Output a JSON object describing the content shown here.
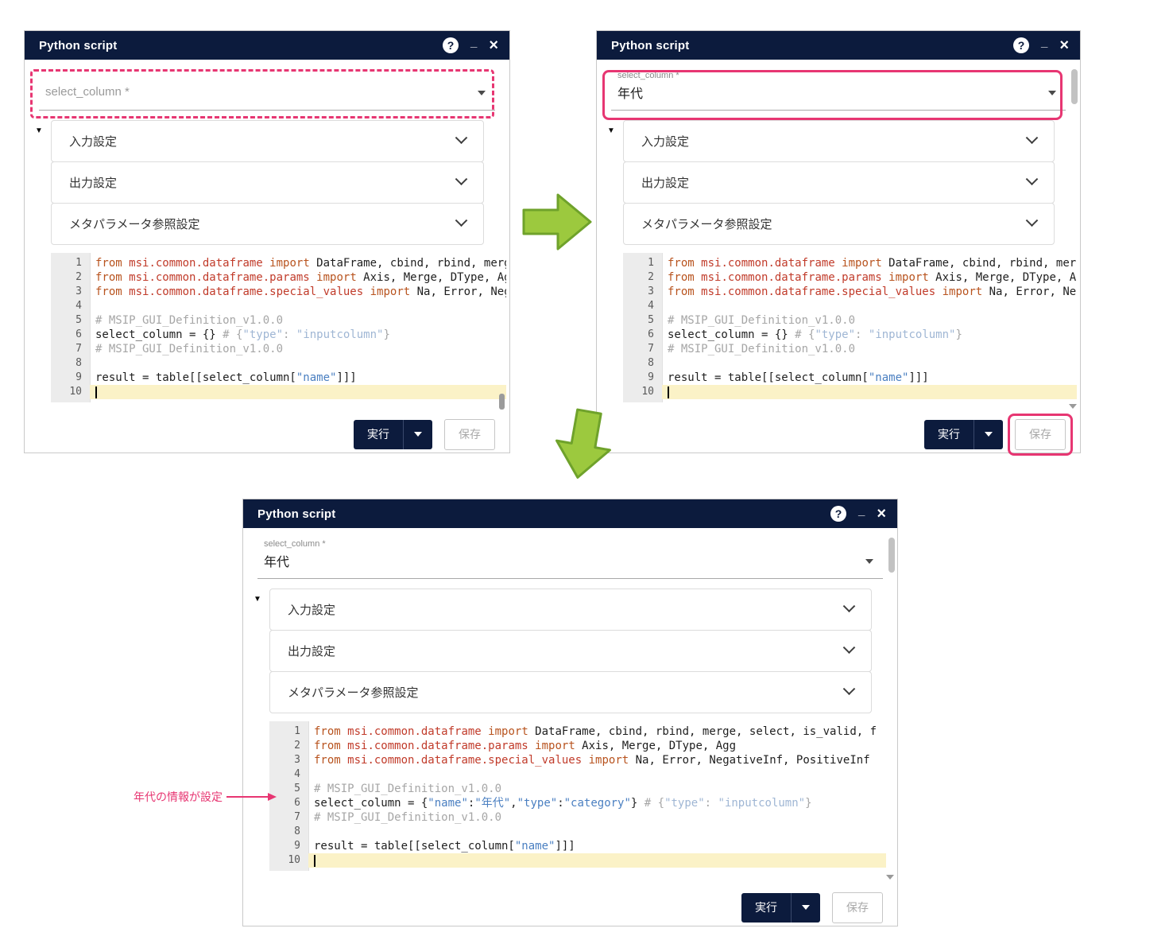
{
  "colors": {
    "titlebar_bg": "#0c1b3d",
    "accent_pink": "#e73672",
    "arrow_fill": "#9cc93e",
    "arrow_stroke": "#6fa22b",
    "kw": "#b8531e",
    "mod": "#c13b2a",
    "str": "#4a7fc1",
    "com": "#a6a6a6",
    "comstr": "#9fb6d4",
    "pln": "#1e1e1e",
    "line_hl": "#fbf2c7"
  },
  "window": {
    "title": "Python script",
    "help_icon": "?",
    "minimize_icon": "_",
    "close_icon": "×",
    "collapse_icon": "▼"
  },
  "field": {
    "label": "select_column *",
    "placeholder": "select_column *",
    "value": "年代"
  },
  "sections": [
    "入力設定",
    "出力設定",
    "メタパラメータ参照設定"
  ],
  "buttons": {
    "run": "実行",
    "save": "保存"
  },
  "annotation": {
    "text": "年代の情報が設定"
  },
  "code": {
    "unset": [
      {
        "n": 1,
        "t": [
          [
            "kw",
            "from"
          ],
          [
            "pln",
            " "
          ],
          [
            "mod",
            "msi.common.dataframe"
          ],
          [
            "pln",
            " "
          ],
          [
            "kw",
            "import"
          ],
          [
            "pln",
            " DataFrame, cbind, rbind, merge, select, is_valid, f"
          ]
        ]
      },
      {
        "n": 2,
        "t": [
          [
            "kw",
            "from"
          ],
          [
            "pln",
            " "
          ],
          [
            "mod",
            "msi.common.dataframe.params"
          ],
          [
            "pln",
            " "
          ],
          [
            "kw",
            "import"
          ],
          [
            "pln",
            " Axis, Merge, DType, Agg"
          ]
        ]
      },
      {
        "n": 3,
        "t": [
          [
            "kw",
            "from"
          ],
          [
            "pln",
            " "
          ],
          [
            "mod",
            "msi.common.dataframe.special_values"
          ],
          [
            "pln",
            " "
          ],
          [
            "kw",
            "import"
          ],
          [
            "pln",
            " Na, Error, NegativeInf, PositiveInf"
          ]
        ]
      },
      {
        "n": 4,
        "t": []
      },
      {
        "n": 5,
        "t": [
          [
            "com",
            "# MSIP_GUI_Definition_v1.0.0"
          ]
        ]
      },
      {
        "n": 6,
        "t": [
          [
            "pln",
            "select_column = {} "
          ],
          [
            "com",
            "# {"
          ],
          [
            "comstr",
            "\"type\""
          ],
          [
            "com",
            ": "
          ],
          [
            "comstr",
            "\"inputcolumn\""
          ],
          [
            "com",
            "}"
          ]
        ]
      },
      {
        "n": 7,
        "t": [
          [
            "com",
            "# MSIP_GUI_Definition_v1.0.0"
          ]
        ]
      },
      {
        "n": 8,
        "t": []
      },
      {
        "n": 9,
        "t": [
          [
            "pln",
            "result = table[[select_column["
          ],
          [
            "str",
            "\"name\""
          ],
          [
            "pln",
            "]]]"
          ]
        ]
      },
      {
        "n": 10,
        "hl": true,
        "caret": true,
        "t": []
      }
    ],
    "set": [
      {
        "n": 1,
        "t": [
          [
            "kw",
            "from"
          ],
          [
            "pln",
            " "
          ],
          [
            "mod",
            "msi.common.dataframe"
          ],
          [
            "pln",
            " "
          ],
          [
            "kw",
            "import"
          ],
          [
            "pln",
            " DataFrame, cbind, rbind, merge, select, is_valid, f"
          ]
        ]
      },
      {
        "n": 2,
        "t": [
          [
            "kw",
            "from"
          ],
          [
            "pln",
            " "
          ],
          [
            "mod",
            "msi.common.dataframe.params"
          ],
          [
            "pln",
            " "
          ],
          [
            "kw",
            "import"
          ],
          [
            "pln",
            " Axis, Merge, DType, Agg"
          ]
        ]
      },
      {
        "n": 3,
        "t": [
          [
            "kw",
            "from"
          ],
          [
            "pln",
            " "
          ],
          [
            "mod",
            "msi.common.dataframe.special_values"
          ],
          [
            "pln",
            " "
          ],
          [
            "kw",
            "import"
          ],
          [
            "pln",
            " Na, Error, NegativeInf, PositiveInf"
          ]
        ]
      },
      {
        "n": 4,
        "t": []
      },
      {
        "n": 5,
        "t": [
          [
            "com",
            "# MSIP_GUI_Definition_v1.0.0"
          ]
        ]
      },
      {
        "n": 6,
        "t": [
          [
            "pln",
            "select_column = {"
          ],
          [
            "str",
            "\"name\""
          ],
          [
            "pln",
            ":"
          ],
          [
            "str",
            "\"年代\""
          ],
          [
            "pln",
            ","
          ],
          [
            "str",
            "\"type\""
          ],
          [
            "pln",
            ":"
          ],
          [
            "str",
            "\"category\""
          ],
          [
            "pln",
            "} "
          ],
          [
            "com",
            "# {"
          ],
          [
            "comstr",
            "\"type\""
          ],
          [
            "com",
            ": "
          ],
          [
            "comstr",
            "\"inputcolumn\""
          ],
          [
            "com",
            "}"
          ]
        ]
      },
      {
        "n": 7,
        "t": [
          [
            "com",
            "# MSIP_GUI_Definition_v1.0.0"
          ]
        ]
      },
      {
        "n": 8,
        "t": []
      },
      {
        "n": 9,
        "t": [
          [
            "pln",
            "result = table[[select_column["
          ],
          [
            "str",
            "\"name\""
          ],
          [
            "pln",
            "]]]"
          ]
        ]
      },
      {
        "n": 10,
        "hl": true,
        "caret": true,
        "t": []
      }
    ]
  }
}
